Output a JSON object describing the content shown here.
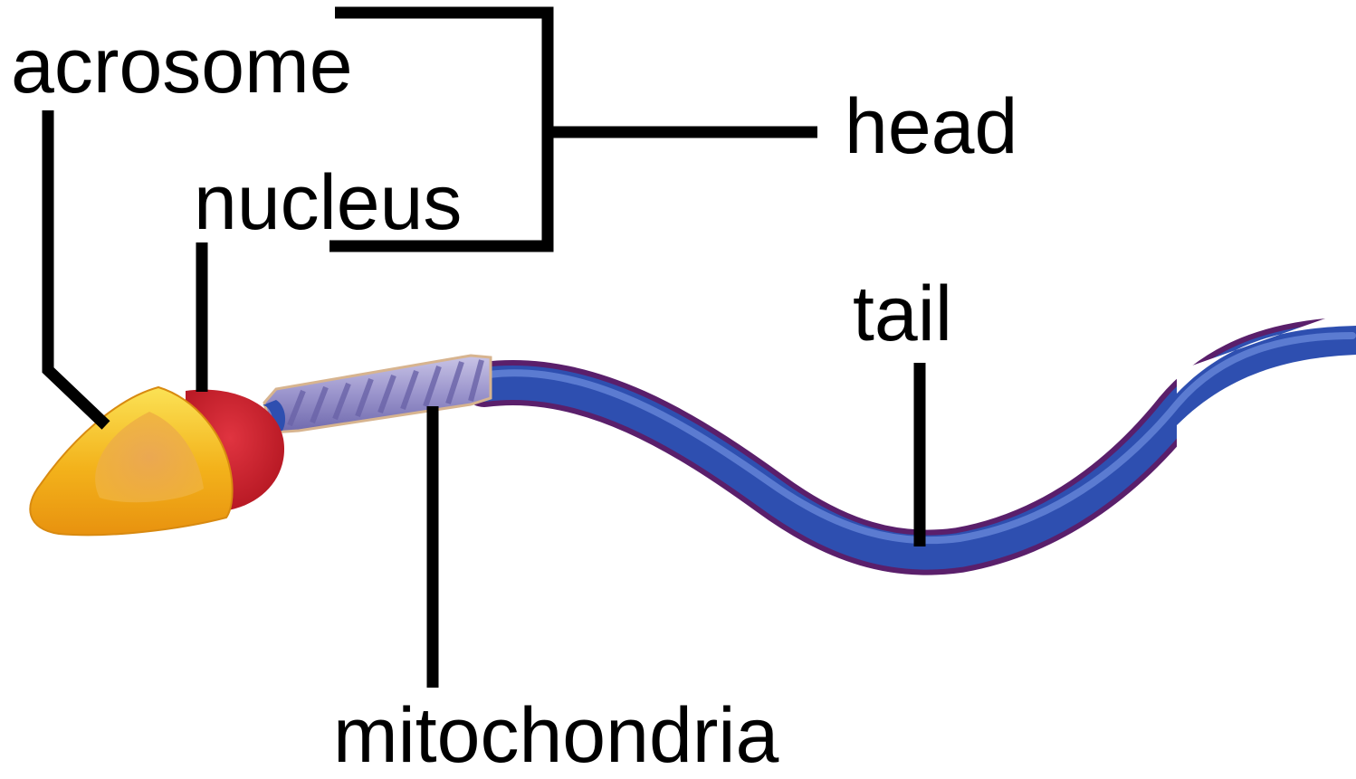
{
  "labels": {
    "acrosome": "acrosome",
    "nucleus": "nucleus",
    "head": "head",
    "tail": "tail",
    "mitochondria": "mitochondria"
  },
  "colors": {
    "acrosome": "#f2b419",
    "nucleus": "#cf1f2c",
    "midpiece": "#8f89c4",
    "tail": "#2e4fb0",
    "tail_outline": "#5a1f6b",
    "leader": "#000000"
  }
}
